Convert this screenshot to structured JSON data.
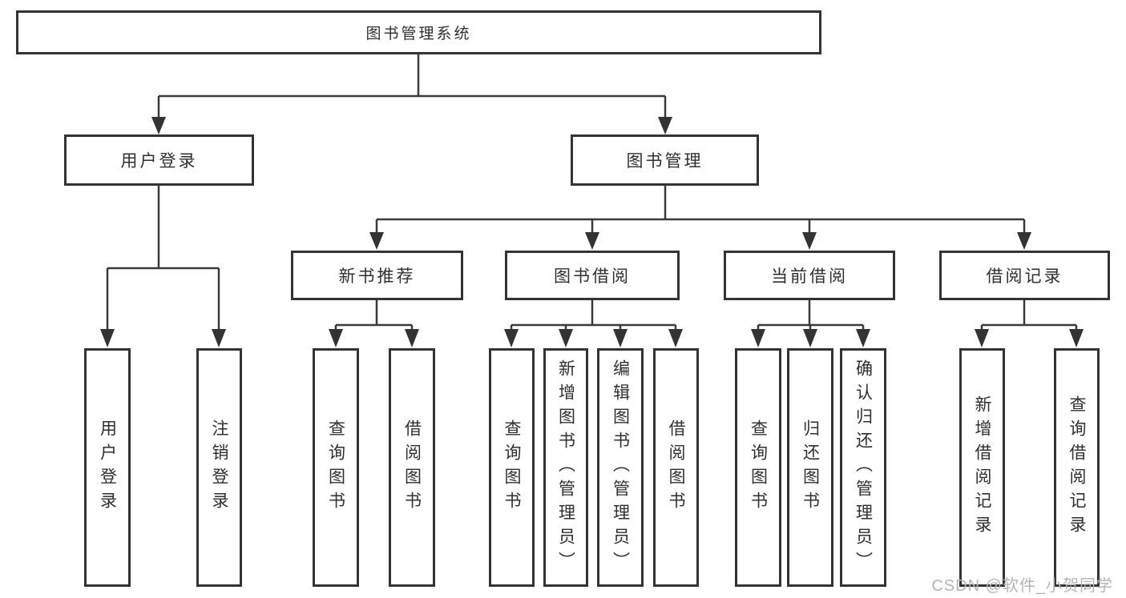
{
  "diagram": {
    "root": {
      "label": "图书管理系统"
    },
    "branches": [
      {
        "label": "用户登录",
        "children": [
          {
            "label": "用户登录"
          },
          {
            "label": "注销登录"
          }
        ]
      },
      {
        "label": "图书管理",
        "children": [
          {
            "label": "新书推荐",
            "children": [
              {
                "label": "查询图书"
              },
              {
                "label": "借阅图书"
              }
            ]
          },
          {
            "label": "图书借阅",
            "children": [
              {
                "label": "查询图书"
              },
              {
                "label": "新增图书（管理员）"
              },
              {
                "label": "编辑图书（管理员）"
              },
              {
                "label": "借阅图书"
              }
            ]
          },
          {
            "label": "当前借阅",
            "children": [
              {
                "label": "查询图书"
              },
              {
                "label": "归还图书"
              },
              {
                "label": "确认归还（管理员）"
              }
            ]
          },
          {
            "label": "借阅记录",
            "children": [
              {
                "label": "新增借阅记录"
              },
              {
                "label": "查询借阅记录"
              }
            ]
          }
        ]
      }
    ]
  },
  "watermark": {
    "text": "CSDN @软件_小贺同学"
  },
  "colors": {
    "line": "#3a3a3a",
    "box_border": "#333333",
    "text": "#2f2f2f",
    "watermark": "#b5b5b5",
    "background": "#ffffff"
  }
}
